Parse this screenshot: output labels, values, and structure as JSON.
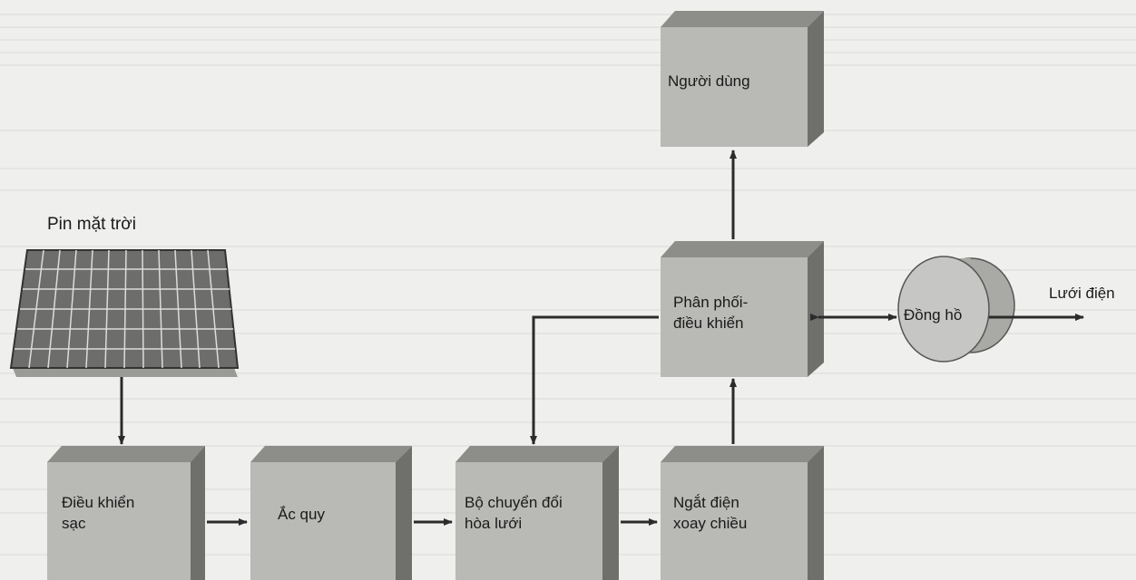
{
  "nodes": {
    "solar_panel": "Pin mặt trời",
    "charge_controller": [
      "Điều khiển",
      "sạc"
    ],
    "battery": "Ắc quy",
    "grid_inverter": [
      "Bộ chuyển đổi",
      "hòa lưới"
    ],
    "ac_breaker": [
      "Ngắt điện",
      "xoay chiều"
    ],
    "distribution": [
      "Phân phối-",
      "điều khiển"
    ],
    "user": "Người dùng",
    "meter": "Đồng hồ",
    "grid": "Lưới điện"
  },
  "colors": {
    "box_front": "#b9b9b6",
    "box_top": "#8d8d8a",
    "box_side": "#6f6f6c",
    "panel_cell": "#6d6d6b",
    "panel_grid": "#dcdcda",
    "meter_face": "#c6c6c4",
    "arrow": "#2b2b2b"
  },
  "icons": [
    "solar-panel-icon",
    "meter-drum-icon"
  ]
}
